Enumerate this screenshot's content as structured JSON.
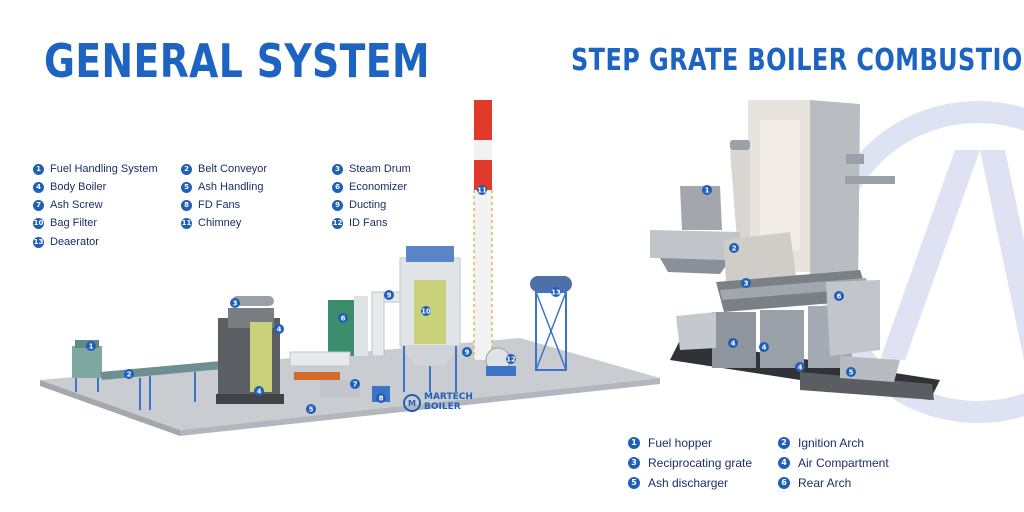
{
  "left_title": "GENERAL SYSTEM",
  "right_title": "STEP GRATE BOILER COMBUSTION",
  "left_legend": [
    {
      "num": "1",
      "label": "Fuel Handling System"
    },
    {
      "num": "2",
      "label": "Belt Conveyor"
    },
    {
      "num": "3",
      "label": "Steam Drum"
    },
    {
      "num": "4",
      "label": "Body Boiler"
    },
    {
      "num": "5",
      "label": "Ash Handling"
    },
    {
      "num": "6",
      "label": "Economizer"
    },
    {
      "num": "7",
      "label": "Ash Screw"
    },
    {
      "num": "8",
      "label": "FD Fans"
    },
    {
      "num": "9",
      "label": "Ducting"
    },
    {
      "num": "10",
      "label": "Bag Filter"
    },
    {
      "num": "11",
      "label": "Chimney"
    },
    {
      "num": "12",
      "label": "ID Fans"
    },
    {
      "num": "13",
      "label": "Deaerator"
    }
  ],
  "right_legend": [
    {
      "num": "1",
      "label": "Fuel hopper"
    },
    {
      "num": "2",
      "label": "Ignition Arch"
    },
    {
      "num": "3",
      "label": "Reciprocating grate"
    },
    {
      "num": "4",
      "label": "Air Compartment"
    },
    {
      "num": "5",
      "label": "Ash discharger"
    },
    {
      "num": "6",
      "label": "Rear Arch"
    }
  ],
  "plant_logo": {
    "line1": "MARTECH",
    "line2": "BOILER"
  },
  "colors": {
    "title_blue": "#1d63c1",
    "badge_blue": "#1f5fb7",
    "text_navy": "#1b2f66",
    "chimney_red": "#e23a2a"
  }
}
